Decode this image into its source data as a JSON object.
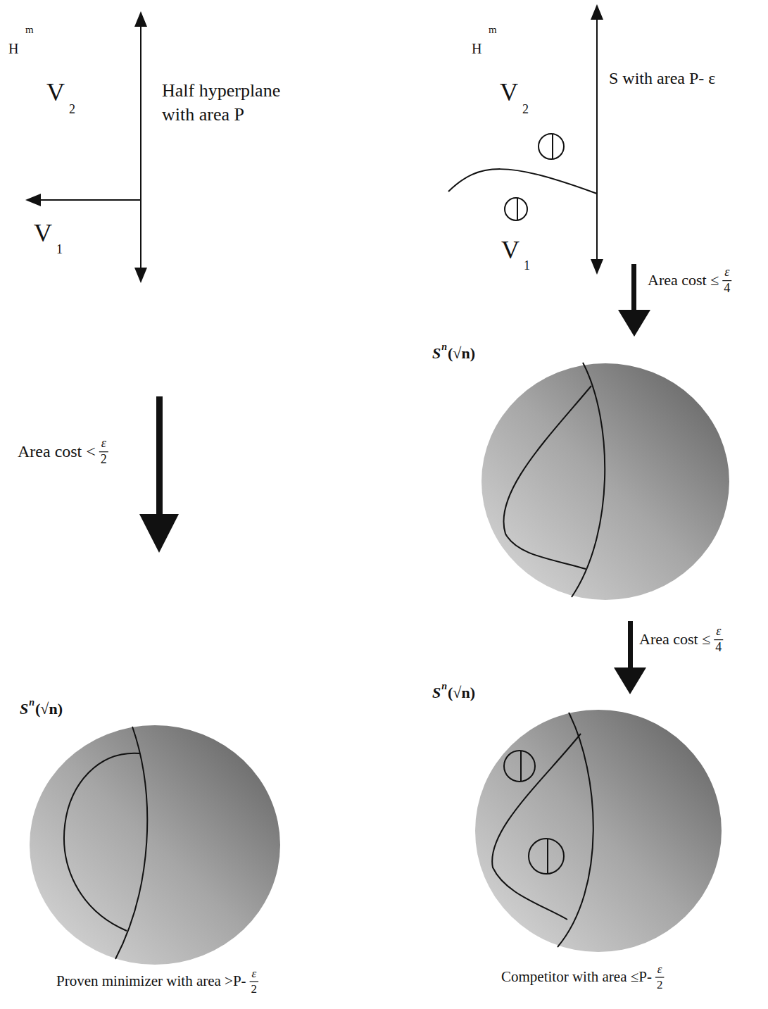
{
  "diagram": {
    "labels": [
      "H",
      "m",
      "V",
      "2",
      "Half hyperplane with area P",
      "V",
      "1",
      "H",
      "m",
      "V",
      "2",
      "S with area P- ε",
      "V",
      "1",
      "Area cost ≤",
      "ε",
      "4",
      "Area cost <",
      "ε",
      "2",
      "S",
      "n",
      "(√n)",
      "Area cost ≤",
      "ε",
      "4",
      "S",
      "n",
      "(√n)",
      "S",
      "n",
      "(√n)",
      "Proven minimizer with area >P-",
      "ε",
      "2",
      "Competitor with area ≤P-",
      "ε",
      "2"
    ]
  }
}
